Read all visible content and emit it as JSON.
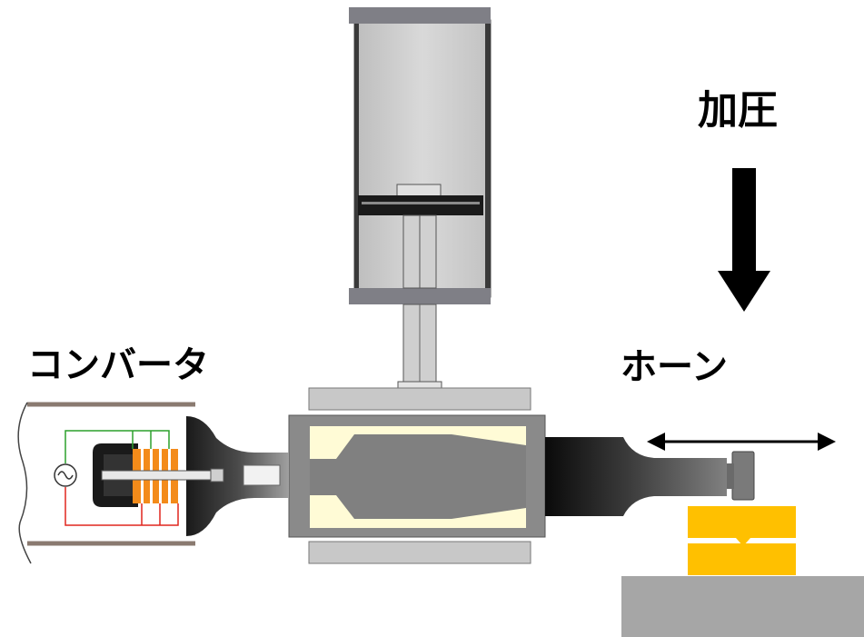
{
  "labels": {
    "converter": "コンバータ",
    "horn": "ホーン",
    "pressure": "加圧"
  },
  "colors": {
    "frame_gray": "#8a8a8a",
    "cylinder_fill": "#cfcfcf",
    "cylinder_cap": "#7f7f86",
    "booster_fill": "#fffbd6",
    "booster_core": "#808080",
    "plate_gray": "#c8c8c8",
    "piezo_orange": "#f38b1a",
    "workpiece_gold": "#ffc000",
    "anvil_gray": "#a6a6a6",
    "wire_green": "#2ca02c",
    "wire_red": "#e0261e",
    "arrow_black": "#000000"
  },
  "icons": {
    "pressure_direction": "down-arrow-icon",
    "vibration_direction": "double-arrow-icon",
    "ac_source": "ac-source-icon"
  }
}
